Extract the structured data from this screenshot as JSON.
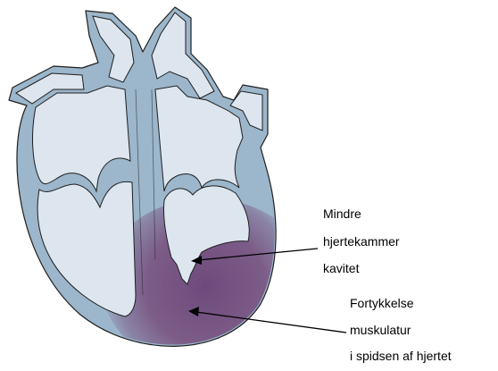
{
  "colors": {
    "wall_fill": "#9cb6cb",
    "wall_stroke": "#1f1f1f",
    "chamber_fill": "#dde6ef",
    "thickened_muscle": "#7b5a86",
    "arrow": "#000000",
    "text": "#000000"
  },
  "annotations": {
    "smaller_cavity": {
      "lines": [
        "Mindre",
        "hjertekammer",
        "kavitet"
      ]
    },
    "thickened_muscle": {
      "lines": [
        "Fortykkelse",
        "muskulatur",
        "i spidsen af hjertet"
      ]
    }
  }
}
